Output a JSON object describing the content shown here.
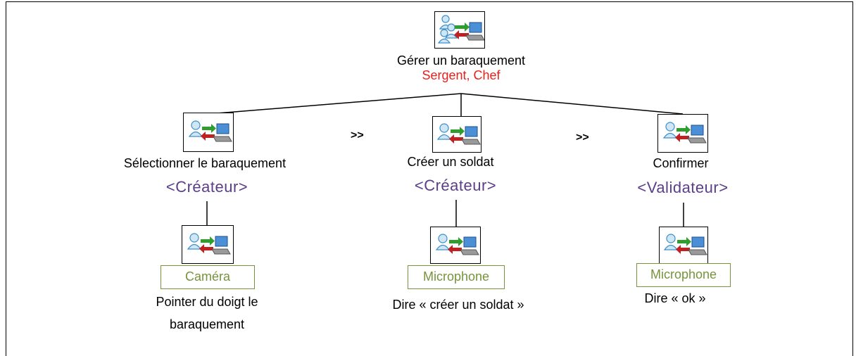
{
  "root": {
    "title": "Gérer un baraquement",
    "actors": "Sergent, Chef",
    "icon": "multi-user-interaction-icon"
  },
  "operator_1": ">>",
  "operator_2": ">>",
  "tasks": [
    {
      "title": "Sélectionner le baraquement",
      "role": "<Créateur>",
      "icon": "user-interaction-icon",
      "subtask": {
        "device": "Caméra",
        "description_line1": "Pointer du doigt le",
        "description_line2": "baraquement",
        "icon": "user-interaction-icon"
      }
    },
    {
      "title": "Créer un soldat",
      "role": "<Créateur>",
      "icon": "user-interaction-icon",
      "subtask": {
        "device": "Microphone",
        "description_line1": "Dire « créer un soldat »",
        "icon": "user-interaction-icon"
      }
    },
    {
      "title": "Confirmer",
      "role": "<Validateur>",
      "icon": "user-interaction-icon",
      "subtask": {
        "device": "Microphone",
        "description_line1": "Dire « ok »",
        "icon": "user-interaction-icon"
      }
    }
  ]
}
